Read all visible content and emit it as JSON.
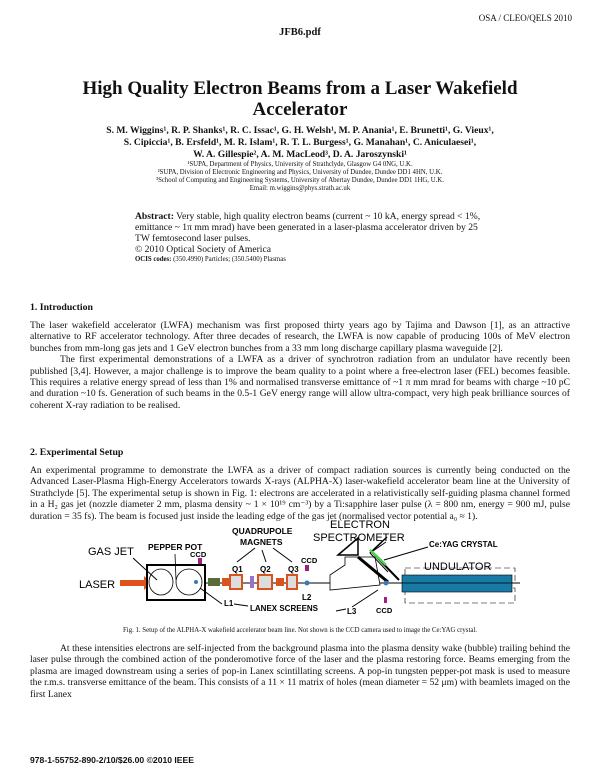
{
  "header": {
    "conference": "OSA / CLEO/QELS 2010",
    "filename": "JFB6.pdf"
  },
  "title": "High Quality Electron Beams from a Laser Wakefield Accelerator",
  "authors": {
    "line1": "S. M. Wiggins¹, R. P. Shanks¹, R. C. Issac¹, G. H. Welsh¹, M. P. Anania¹, E. Brunetti¹, G. Vieux¹,",
    "line2": "S. Cipiccia¹, B. Ersfeld¹, M. R. Islam¹, R. T. L. Burgess¹, G. Manahan¹, C. Aniculaesei¹,",
    "line3": "W. A. Gillespie², A. M. MacLeod³, D. A. Jaroszynski¹",
    "affiliations": [
      "¹SUPA, Department of Physics, University of Strathclyde, Glasgow G4 0NG, U.K.",
      "²SUPA, Division of Electronic Engineering and Physics, University of Dundee, Dundee DD1 4HN, U.K.",
      "³School of Computing and Engineering Systems, University of Abertay Dundee, Dundee DD1 1HG, U.K."
    ],
    "email": "Email: m.wiggins@phys.strath.ac.uk"
  },
  "abstract": {
    "label": "Abstract:",
    "text": "Very stable, high quality electron beams (current ~ 10 kA, energy spread < 1%, emittance ~ 1π mm mrad) have been generated in a laser-plasma accelerator driven by 25 TW femtosecond laser pulses.",
    "copyright": "© 2010 Optical Society of America",
    "ocis_label": "OCIS codes:",
    "ocis": "(350.4990) Particles; (350.5400) Plasmas"
  },
  "sections": [
    {
      "heading": "1. Introduction",
      "paragraphs": [
        "The laser wakefield accelerator (LWFA) mechanism was first proposed thirty years ago by Tajima and Dawson [1], as an attractive alternative to RF accelerator technology. After three decades of research, the LWFA is now capable of producing 100s of MeV electron bunches from mm-long gas jets and 1 GeV electron bunches from a 33 mm long discharge capillary plasma waveguide [2].",
        "The first experimental demonstrations of a LWFA as a driver of synchrotron radiation from an undulator have recently been published [3,4]. However, a major challenge is to improve the beam quality to a point where a free-electron laser (FEL) becomes feasible. This requires a relative energy spread of less than 1% and normalised transverse emittance of ~1 π mm mrad for beams with charge ~10 pC and duration ~10 fs. Generation of such beams in the 0.5-1 GeV energy range will allow ultra-compact, very high peak brilliance sources of coherent X-ray radiation to be realised."
      ]
    },
    {
      "heading": "2. Experimental Setup",
      "paragraphs": [
        "An experimental programme to demonstrate the LWFA as a driver of compact radiation sources is currently being conducted on the Advanced Laser-Plasma High-Energy Accelerators towards X-rays (ALPHA-X) laser-wakefield accelerator beam line at the University of Strathclyde [5]. The experimental setup is shown in Fig. 1: electrons are accelerated in a relativistically self-guiding plasma channel formed in a H₂ gas jet (nozzle diameter 2 mm, plasma density ~ 1 × 10¹⁹ cm⁻³) by a Ti:sapphire laser pulse (λ = 800 nm, energy = 900 mJ, pulse duration = 35 fs). The beam is focused just inside the leading edge of the gas jet (normalised vector potential a₀ ≈ 1)."
      ]
    }
  ],
  "figure": {
    "labels": {
      "gas_jet": "GAS JET",
      "pepper_pot": "PEPPER POT",
      "laser": "LASER",
      "quadrupole1": "QUADRUPOLE",
      "quadrupole2": "MAGNETS",
      "ccd": "CCD",
      "q1": "Q1",
      "q2": "Q2",
      "q3": "Q3",
      "l1": "L1",
      "l2": "L2",
      "l3": "L3",
      "lanex": "LANEX SCREENS",
      "electron": "ELECTRON",
      "spectrometer": "SPECTROMETER",
      "ceyag": "Ce:YAG CRYSTAL",
      "undulator": "UNDULATOR"
    },
    "colors": {
      "undulator": "#1a7aa6",
      "laser_arrow": "#e0521c",
      "crystal": "#4fd34f",
      "ccd": "#a0207a",
      "magnet": "#d9531e"
    },
    "caption": "Fig. 1. Setup of the ALPHA-X wakefield accelerator beam line. Not shown is the CCD camera used to image the Ce:YAG crystal."
  },
  "closing_paragraph": "At these intensities electrons are self-injected from the background plasma into the plasma density wake (bubble) trailing behind the laser pulse through the combined action of the ponderomotive force of the laser and the plasma restoring force. Beams emerging from the plasma are imaged downstream using a series of pop-in Lanex scintillating screens. A pop-in tungsten pepper-pot mask is used to measure the r.m.s. transverse emittance of the beam. This consists of a 11 × 11 matrix of holes (mean diameter = 52 μm) with beamlets imaged on the first Lanex",
  "footer": "978-1-55752-890-2/10/$26.00 ©2010 IEEE"
}
